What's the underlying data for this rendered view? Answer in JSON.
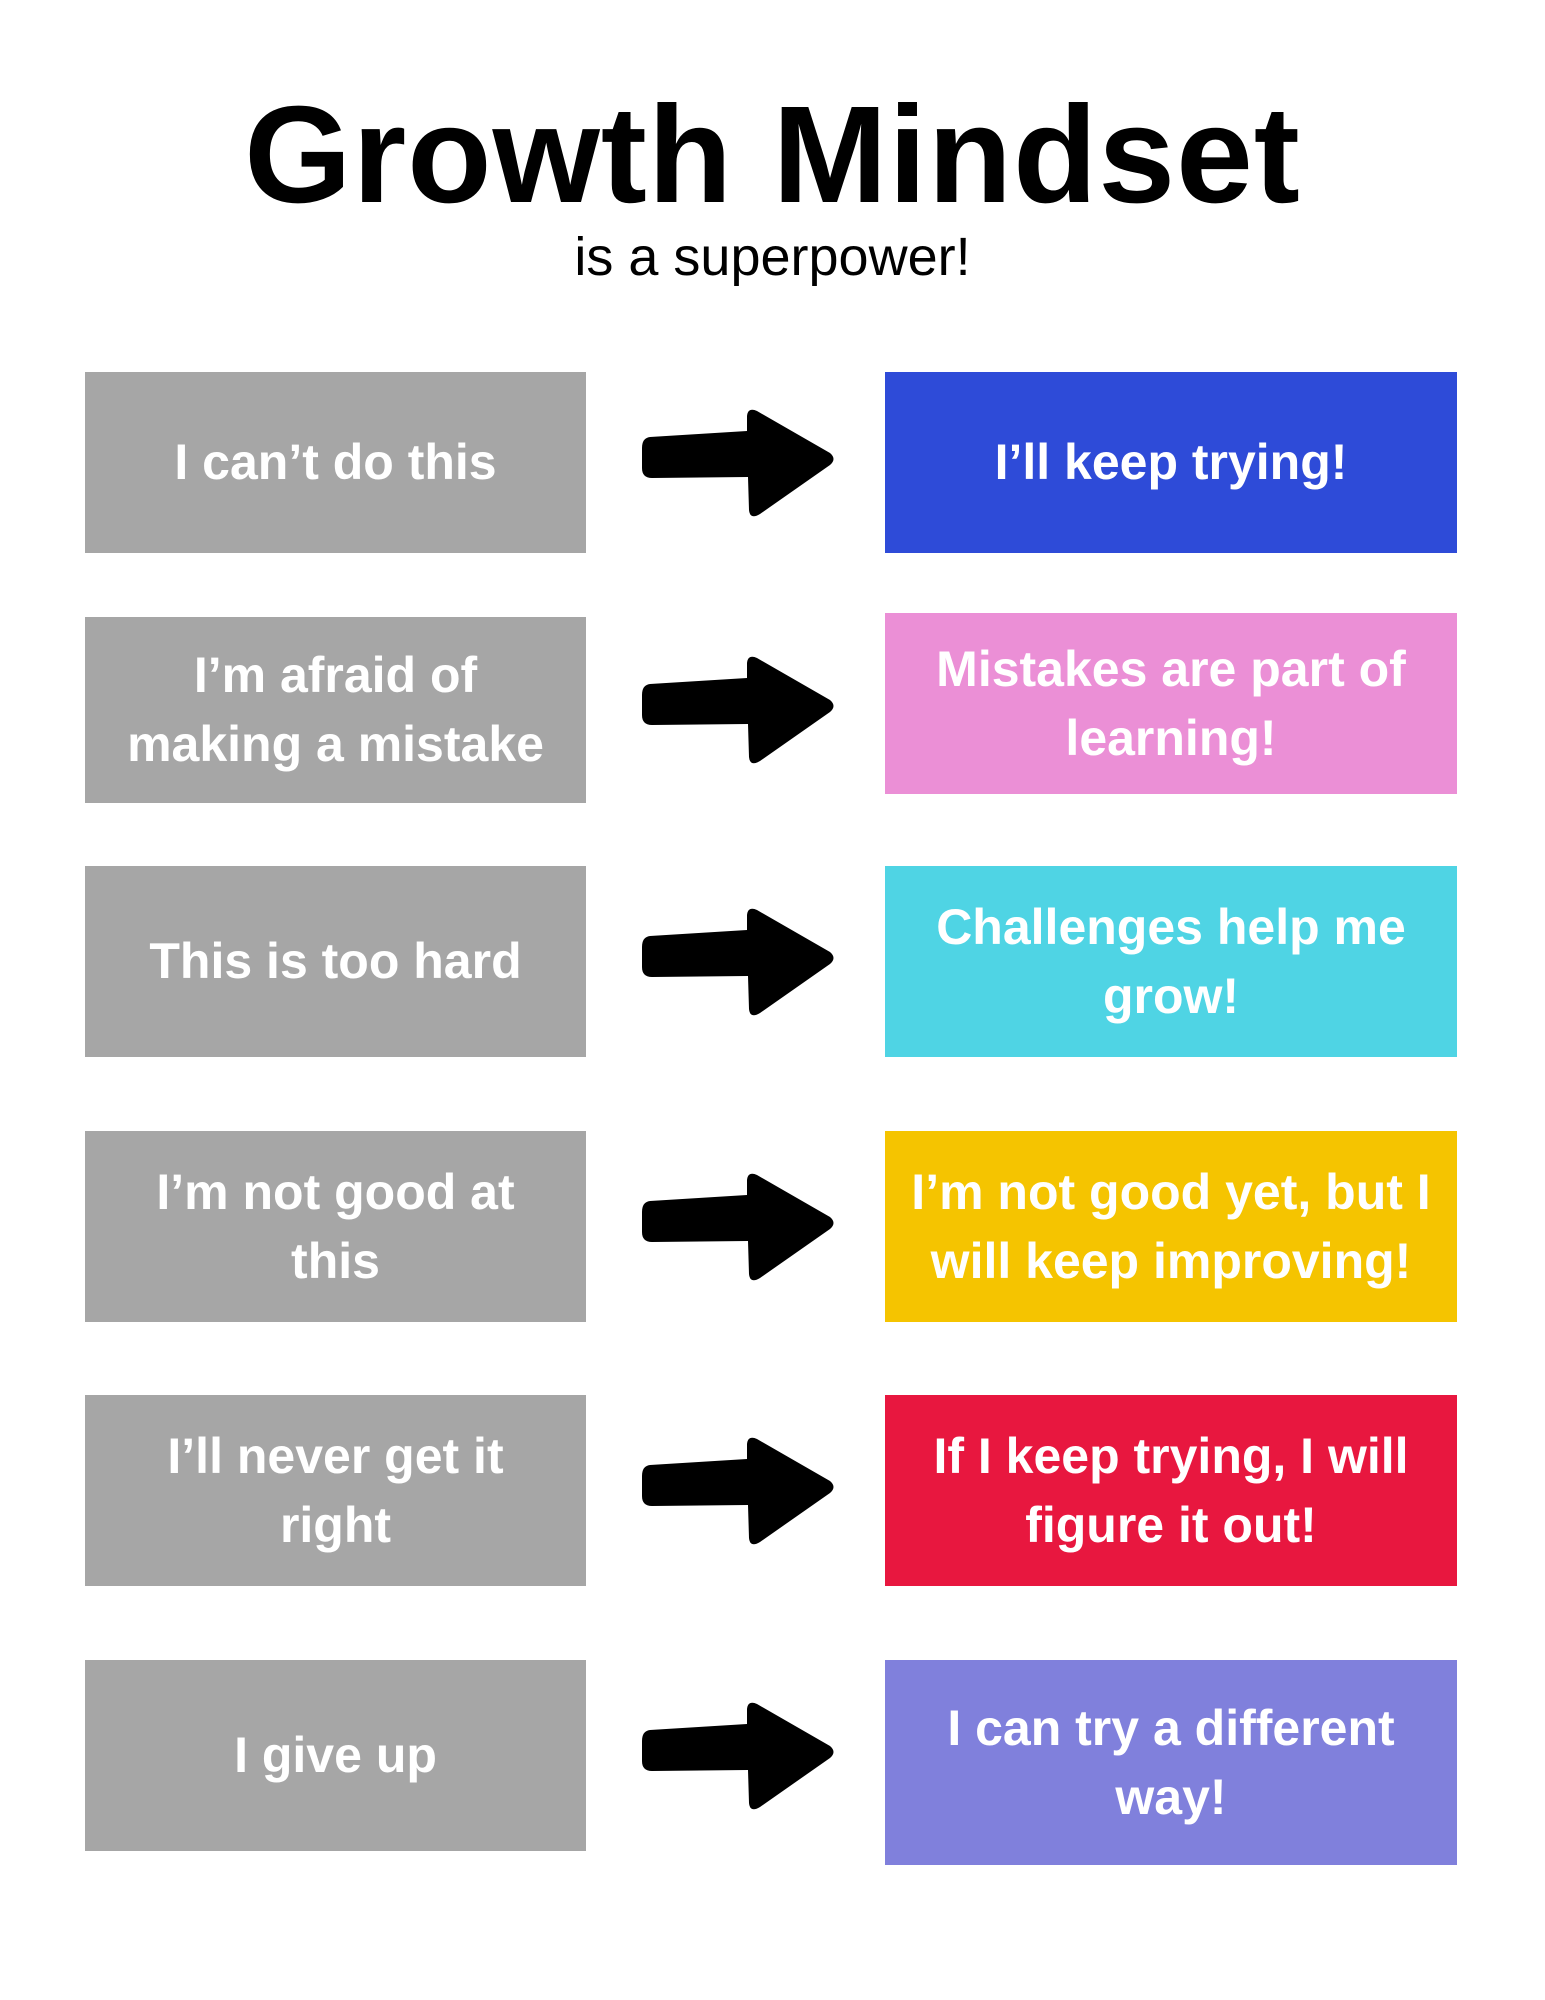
{
  "title": "Growth Mindset",
  "subtitle": "is a superpower!",
  "rows": [
    {
      "fixed": "I can’t do this",
      "growth": "I’ll keep trying!",
      "color": "#2e4bd8"
    },
    {
      "fixed": "I’m afraid of making a mistake",
      "growth": "Mistakes are part of learning!",
      "color": "#eb8fd6"
    },
    {
      "fixed": "This is too hard",
      "growth": "Challenges help me grow!",
      "color": "#4fd4e4"
    },
    {
      "fixed": "I’m not good at this",
      "growth": "I’m not good yet, but I will keep improving!",
      "color": "#f5c400"
    },
    {
      "fixed": "I’ll never get it right",
      "growth": "If I keep trying, I will figure it out!",
      "color": "#e8173f"
    },
    {
      "fixed": "I give up",
      "growth": "I can try a different way!",
      "color": "#8080dc"
    }
  ]
}
